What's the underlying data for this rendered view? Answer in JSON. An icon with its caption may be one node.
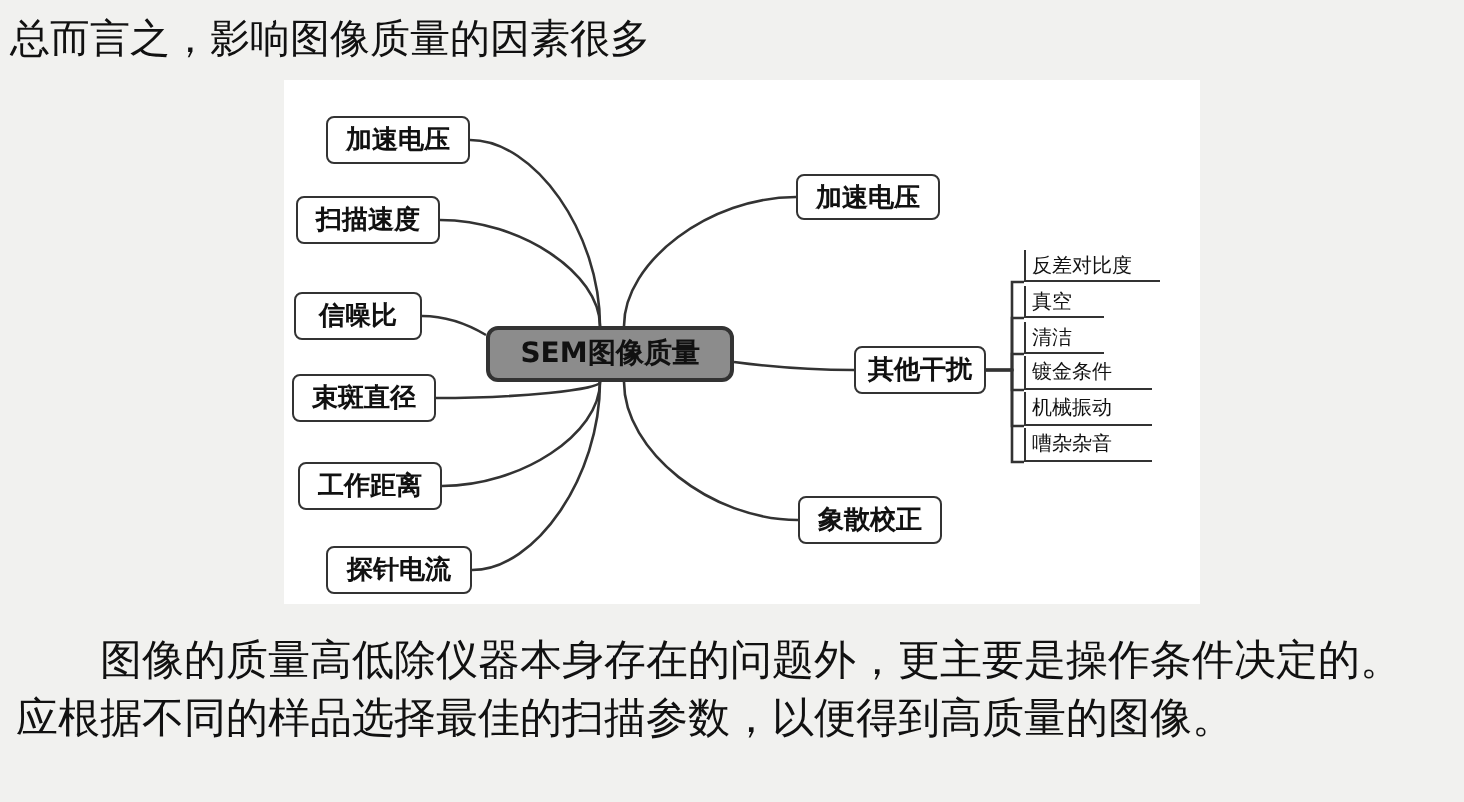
{
  "diagram": {
    "title": "总而言之，影响图像质量的因素很多",
    "nodes": [
      {
        "text": [
          "SEM图像质量"
        ]
      },
      {
        "text": [
          "加速电压"
        ]
      },
      {
        "text": [
          "扫描速度"
        ]
      },
      {
        "text": [
          "信噪比"
        ]
      },
      {
        "text": [
          "束斑直径"
        ]
      },
      {
        "text": [
          "工作距离"
        ]
      },
      {
        "text": [
          "探针电流"
        ]
      },
      {
        "text": [
          "加速电压"
        ]
      },
      {
        "text": [
          "其他干扰"
        ]
      },
      {
        "text": [
          "象散校正"
        ]
      },
      {
        "text": [
          "反差对比度"
        ]
      },
      {
        "text": [
          "真空"
        ]
      },
      {
        "text": [
          "清洁"
        ]
      },
      {
        "text": [
          "镀金条件"
        ]
      },
      {
        "text": [
          "机械振动"
        ]
      },
      {
        "text": [
          "嘈杂杂音"
        ]
      }
    ],
    "edges": [
      {
        "from": 0,
        "to": 1,
        "arrow": "none"
      },
      {
        "from": 0,
        "to": 2,
        "arrow": "none"
      },
      {
        "from": 0,
        "to": 3,
        "arrow": "none"
      },
      {
        "from": 0,
        "to": 4,
        "arrow": "none"
      },
      {
        "from": 0,
        "to": 5,
        "arrow": "none"
      },
      {
        "from": 0,
        "to": 6,
        "arrow": "none"
      },
      {
        "from": 0,
        "to": 7,
        "arrow": "none"
      },
      {
        "from": 0,
        "to": 8,
        "arrow": "none"
      },
      {
        "from": 0,
        "to": 9,
        "arrow": "none"
      },
      {
        "from": 8,
        "to": 10,
        "arrow": "none"
      },
      {
        "from": 8,
        "to": 11,
        "arrow": "none"
      },
      {
        "from": 8,
        "to": 12,
        "arrow": "none"
      },
      {
        "from": 8,
        "to": 13,
        "arrow": "none"
      },
      {
        "from": 8,
        "to": 14,
        "arrow": "none"
      },
      {
        "from": 8,
        "to": 15,
        "arrow": "none"
      }
    ],
    "caption": "图像的质量高低除仪器本身存在的问题外，更主要是操作条件决定的。应根据不同的样品选择最佳的扫描参数，以便得到高质量的图像。"
  }
}
